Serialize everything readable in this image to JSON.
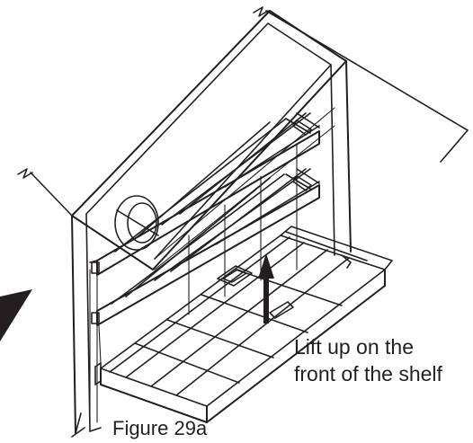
{
  "diagram": {
    "instruction_lines": [
      "Lift up on the",
      "front of the shelf"
    ],
    "caption": "Figure 29a"
  },
  "colors": {
    "ink": "#231f20",
    "background": "#ffffff"
  }
}
